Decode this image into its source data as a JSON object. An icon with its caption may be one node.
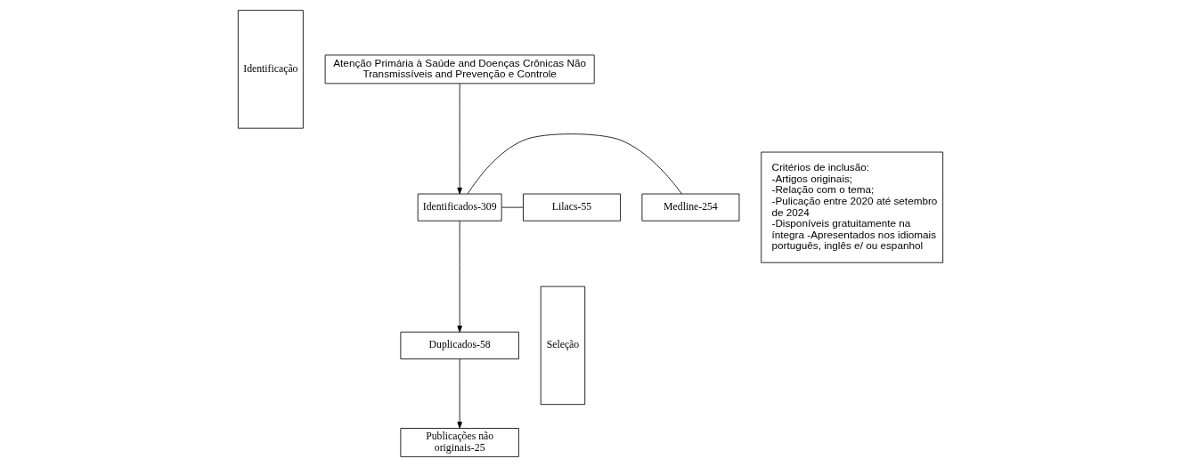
{
  "diagram": {
    "nodes": [
      {
        "text": [
          "Identificação"
        ]
      },
      {
        "text": [
          "Atenção Primária à Saúde and Doenças Crônicas Não Transmissíveis and Prevenção e Controle"
        ]
      },
      {
        "text": [
          "Identificados-309"
        ]
      },
      {
        "text": [
          "Medline-254"
        ]
      },
      {
        "text": [
          "Lilacs-55"
        ]
      },
      {
        "text": [
          "Seleção"
        ]
      },
      {
        "text": [
          "Duplicados-58"
        ]
      },
      {
        "text": [
          "Publicações não originais-25"
        ]
      },
      {
        "text": [
          "Critérios de inclusão:",
          "-Artigos originais;",
          "-Relação com o tema;",
          "-Pulicação entre 2020 até setembro de 2024",
          "-Disponíveis gratuitamente na íntegra -Apresentados nos idiomais português, inglês e/ ou espanhol"
        ]
      }
    ],
    "edges": [
      {
        "from": 1,
        "to": 2,
        "arrow": "to"
      },
      {
        "from": 2,
        "to": 3,
        "arrow": "none"
      },
      {
        "from": 2,
        "to": 4,
        "arrow": "none"
      },
      {
        "from": 2,
        "to": 6,
        "arrow": "to"
      },
      {
        "from": 6,
        "to": 7,
        "arrow": "to"
      }
    ]
  }
}
